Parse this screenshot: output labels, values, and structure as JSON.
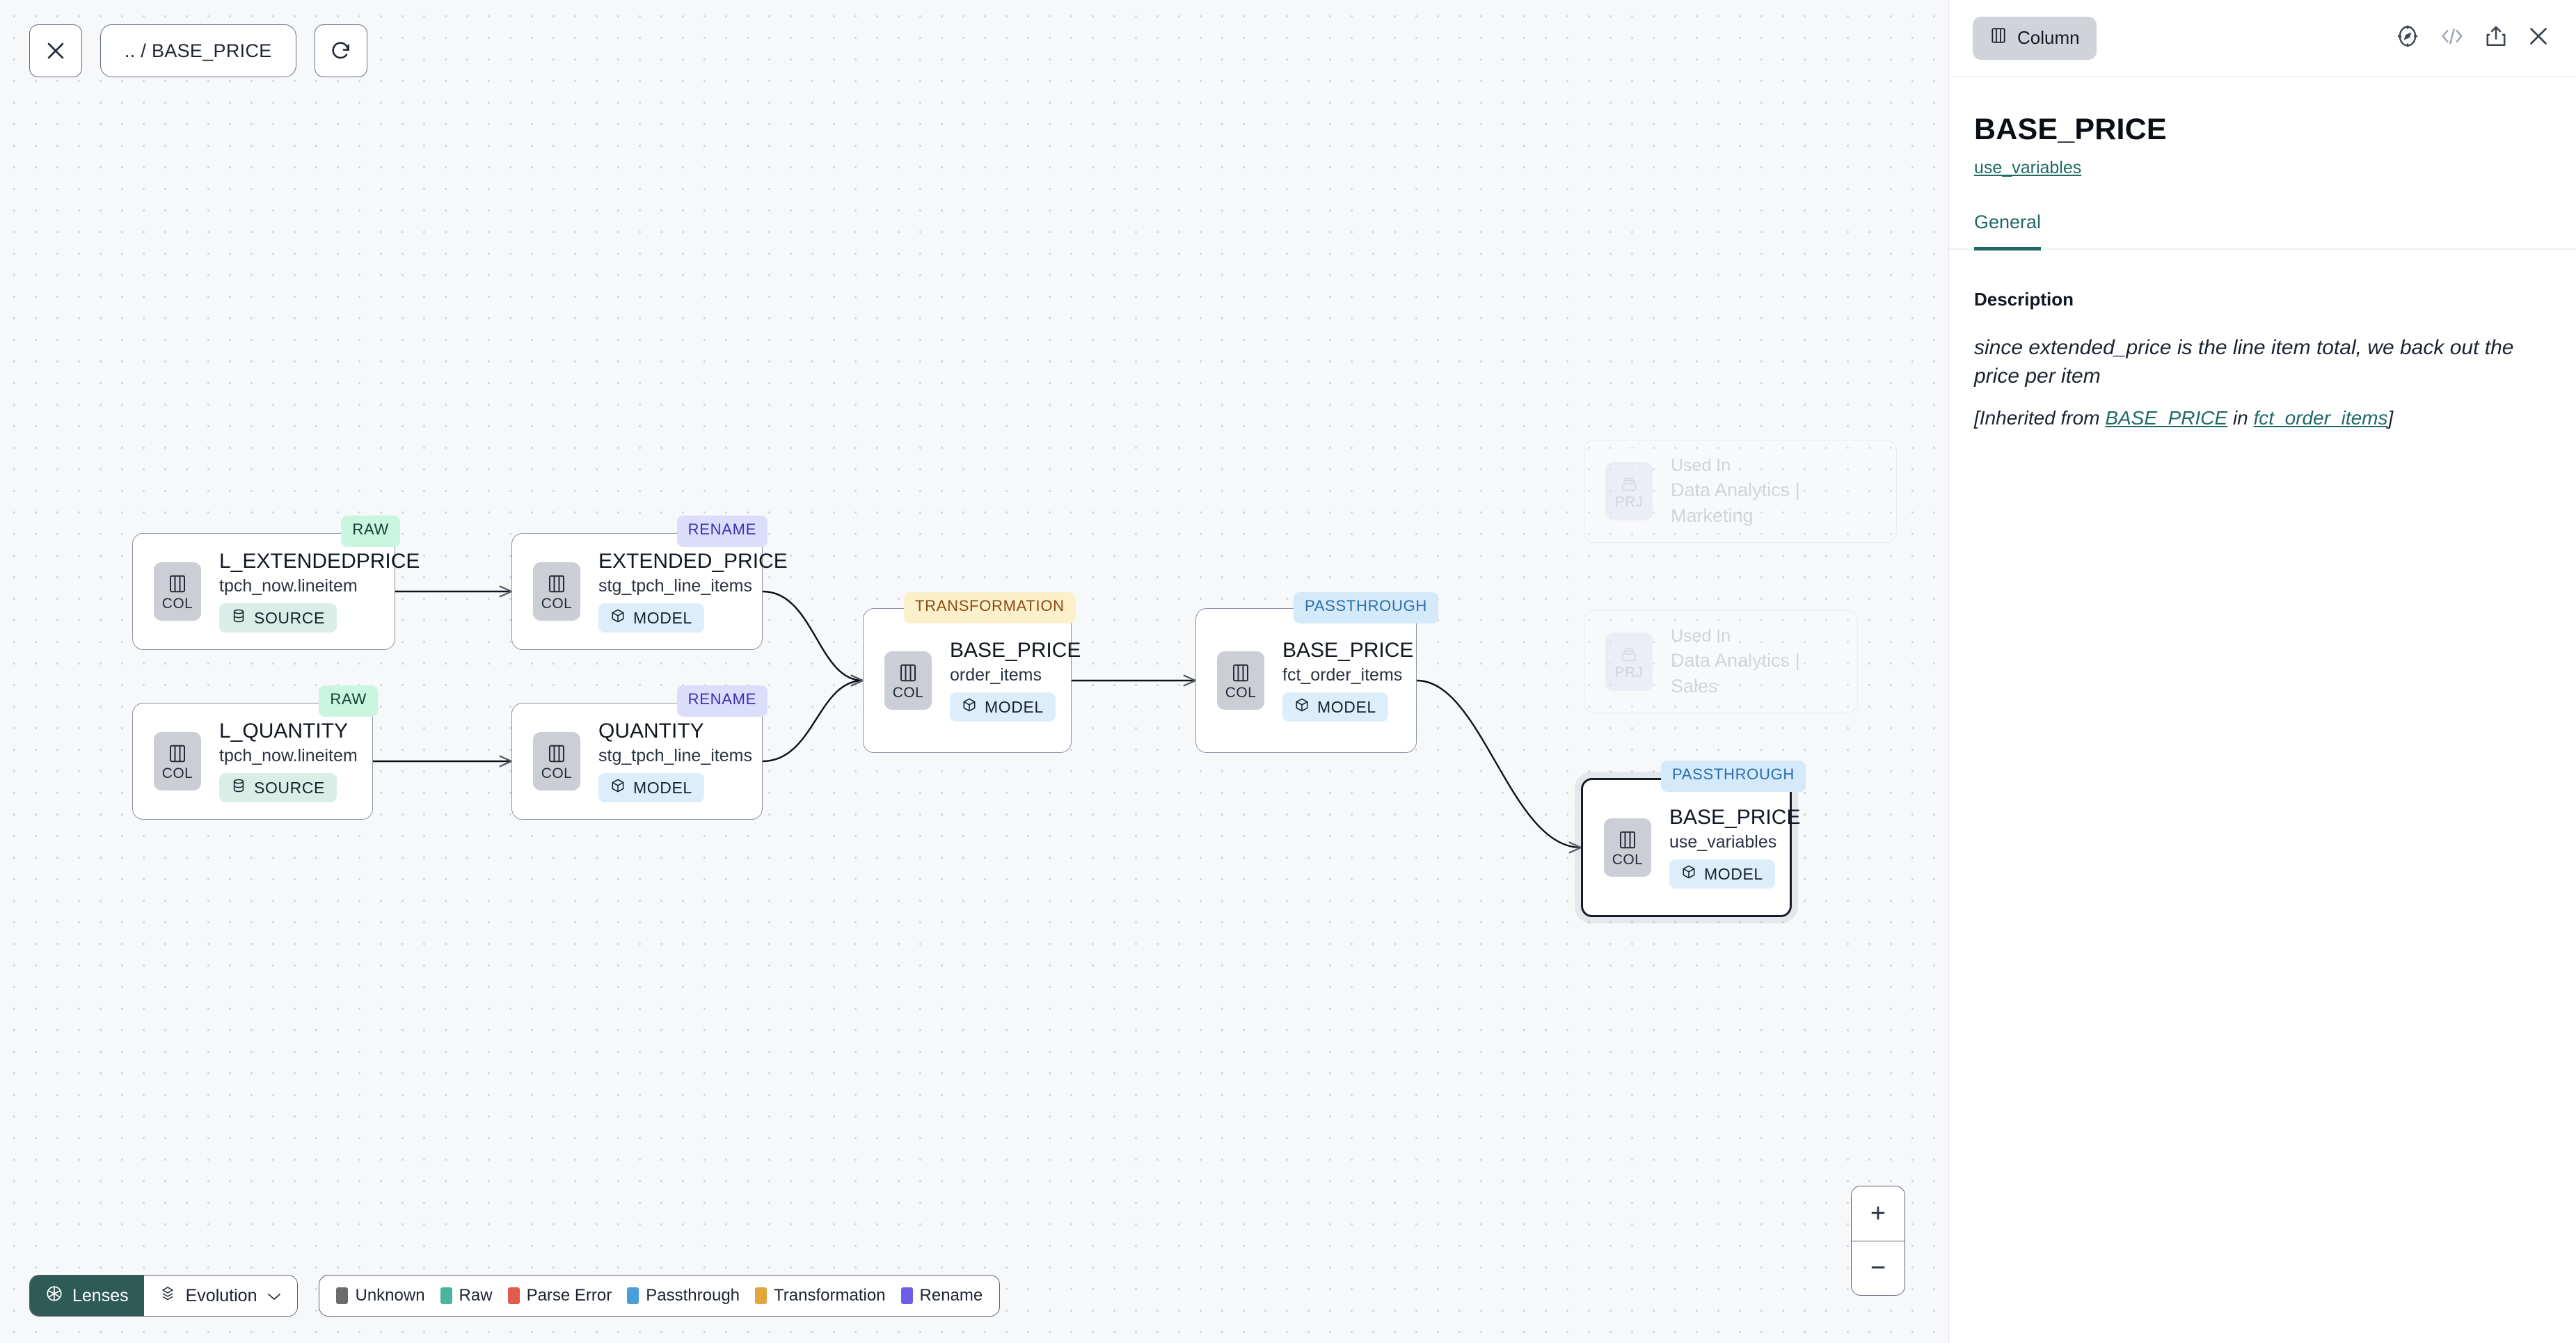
{
  "toolbar": {
    "close_icon": "close-icon",
    "breadcrumb": ".. / BASE_PRICE",
    "refresh_icon": "refresh-icon"
  },
  "graph": {
    "nodes": [
      {
        "id": "l_extendedprice",
        "tag": "RAW",
        "tag_kind": "raw",
        "title": "L_EXTENDEDPRICE",
        "subtitle": "tpch_now.lineitem",
        "badge": "SOURCE",
        "badge_kind": "source",
        "icon_label": "COL",
        "selected": false
      },
      {
        "id": "l_quantity",
        "tag": "RAW",
        "tag_kind": "raw",
        "title": "L_QUANTITY",
        "subtitle": "tpch_now.lineitem",
        "badge": "SOURCE",
        "badge_kind": "source",
        "icon_label": "COL",
        "selected": false
      },
      {
        "id": "extended_price",
        "tag": "RENAME",
        "tag_kind": "rename",
        "title": "EXTENDED_PRICE",
        "subtitle": "stg_tpch_line_items",
        "badge": "MODEL",
        "badge_kind": "model",
        "icon_label": "COL",
        "selected": false
      },
      {
        "id": "quantity",
        "tag": "RENAME",
        "tag_kind": "rename",
        "title": "QUANTITY",
        "subtitle": "stg_tpch_line_items",
        "badge": "MODEL",
        "badge_kind": "model",
        "icon_label": "COL",
        "selected": false
      },
      {
        "id": "base_price_order_items",
        "tag": "TRANSFORMATION",
        "tag_kind": "transformation",
        "title": "BASE_PRICE",
        "subtitle": "order_items",
        "badge": "MODEL",
        "badge_kind": "model",
        "icon_label": "COL",
        "selected": false
      },
      {
        "id": "base_price_fct_order_items",
        "tag": "PASSTHROUGH",
        "tag_kind": "passthrough",
        "title": "BASE_PRICE",
        "subtitle": "fct_order_items",
        "badge": "MODEL",
        "badge_kind": "model",
        "icon_label": "COL",
        "selected": false
      },
      {
        "id": "base_price_use_variables",
        "tag": "PASSTHROUGH",
        "tag_kind": "passthrough",
        "title": "BASE_PRICE",
        "subtitle": "use_variables",
        "badge": "MODEL",
        "badge_kind": "model",
        "icon_label": "COL",
        "selected": true
      }
    ],
    "ghost_cards": [
      {
        "id": "used-in-marketing",
        "icon_label": "PRJ",
        "label": "Used In",
        "name": "Data Analytics | Marketing"
      },
      {
        "id": "used-in-sales",
        "icon_label": "PRJ",
        "label": "Used In",
        "name": "Data Analytics | Sales"
      }
    ]
  },
  "controls": {
    "lenses_label": "Lenses",
    "evolution_label": "Evolution",
    "zoom_in": "+",
    "zoom_out": "−",
    "legend": [
      {
        "label": "Unknown",
        "color": "#6b6b6b"
      },
      {
        "label": "Raw",
        "color": "#4cb39c"
      },
      {
        "label": "Parse Error",
        "color": "#e05b4e"
      },
      {
        "label": "Passthrough",
        "color": "#4a9ddb"
      },
      {
        "label": "Transformation",
        "color": "#e3a63c"
      },
      {
        "label": "Rename",
        "color": "#6f5ce8"
      }
    ]
  },
  "panel": {
    "kind_chip": "Column",
    "icons": [
      "compass-icon",
      "code-icon",
      "share-icon",
      "close-icon"
    ],
    "title": "BASE_PRICE",
    "link": "use_variables",
    "tabs": [
      {
        "label": "General",
        "active": true
      }
    ],
    "section_label": "Description",
    "description": "since extended_price is the line item total, we back out the price per item",
    "inherited_prefix": "[Inherited from ",
    "inherited_column": "BASE_PRICE",
    "inherited_mid": " in ",
    "inherited_model": "fct_order_items",
    "inherited_suffix": "]"
  }
}
